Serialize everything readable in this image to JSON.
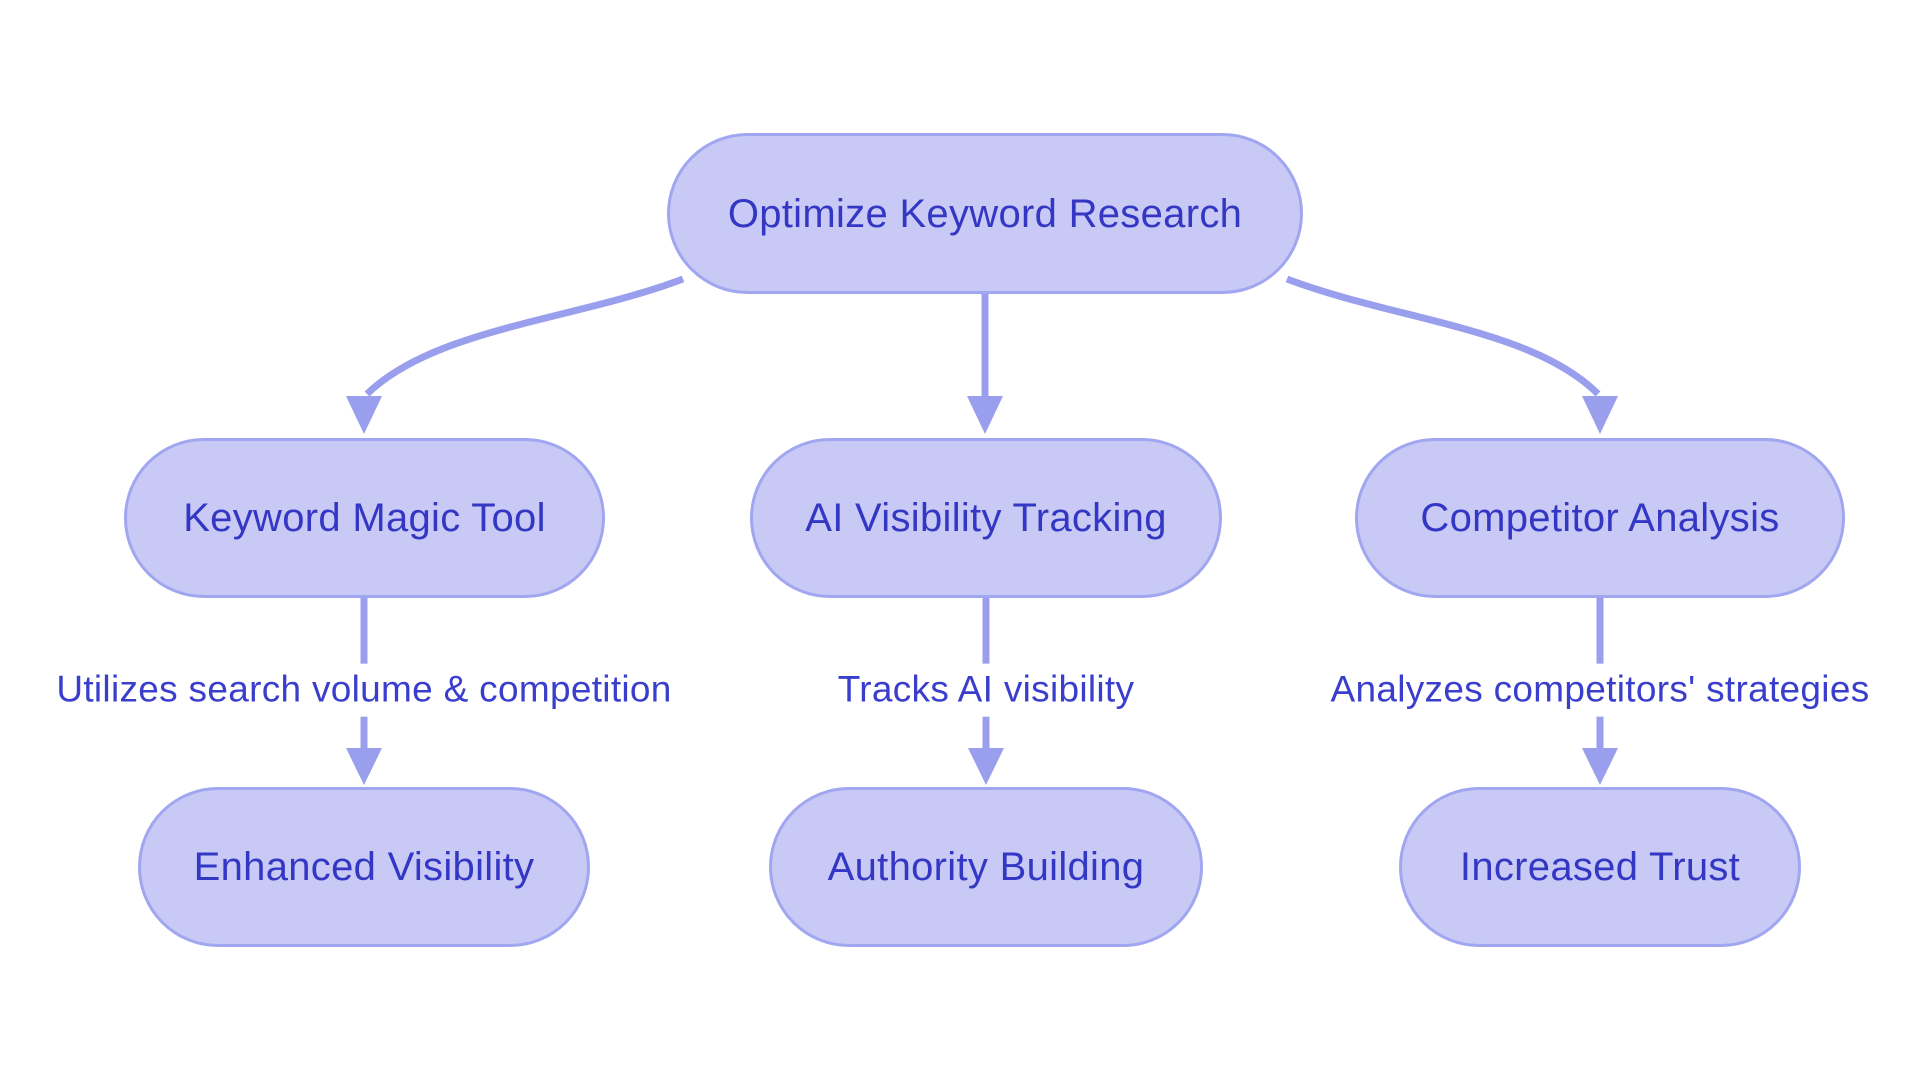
{
  "diagram": {
    "title": "Keyword research optimization flowchart",
    "background_color": "#ffffff",
    "colors": {
      "node_fill": "#c8caf5",
      "node_border": "#a1a6f0",
      "node_text": "#3337c4",
      "label_text": "#3a3ecd",
      "edge_color": "#999fed"
    },
    "nodes": {
      "root": {
        "label": "Optimize Keyword Research"
      },
      "branch1": {
        "label": "Keyword Magic Tool"
      },
      "branch2": {
        "label": "AI Visibility Tracking"
      },
      "branch3": {
        "label": "Competitor Analysis"
      },
      "outcome1": {
        "label": "Enhanced Visibility"
      },
      "outcome2": {
        "label": "Authority Building"
      },
      "outcome3": {
        "label": "Increased Trust"
      }
    },
    "edge_labels": {
      "e1": "Utilizes search volume & competition",
      "e2": "Tracks AI visibility",
      "e3": "Analyzes competitors' strategies"
    },
    "edges": [
      {
        "from": "root",
        "to": "branch1",
        "label": ""
      },
      {
        "from": "root",
        "to": "branch2",
        "label": ""
      },
      {
        "from": "root",
        "to": "branch3",
        "label": ""
      },
      {
        "from": "branch1",
        "to": "outcome1",
        "label": "Utilizes search volume & competition"
      },
      {
        "from": "branch2",
        "to": "outcome2",
        "label": "Tracks AI visibility"
      },
      {
        "from": "branch3",
        "to": "outcome3",
        "label": "Analyzes competitors' strategies"
      }
    ]
  }
}
